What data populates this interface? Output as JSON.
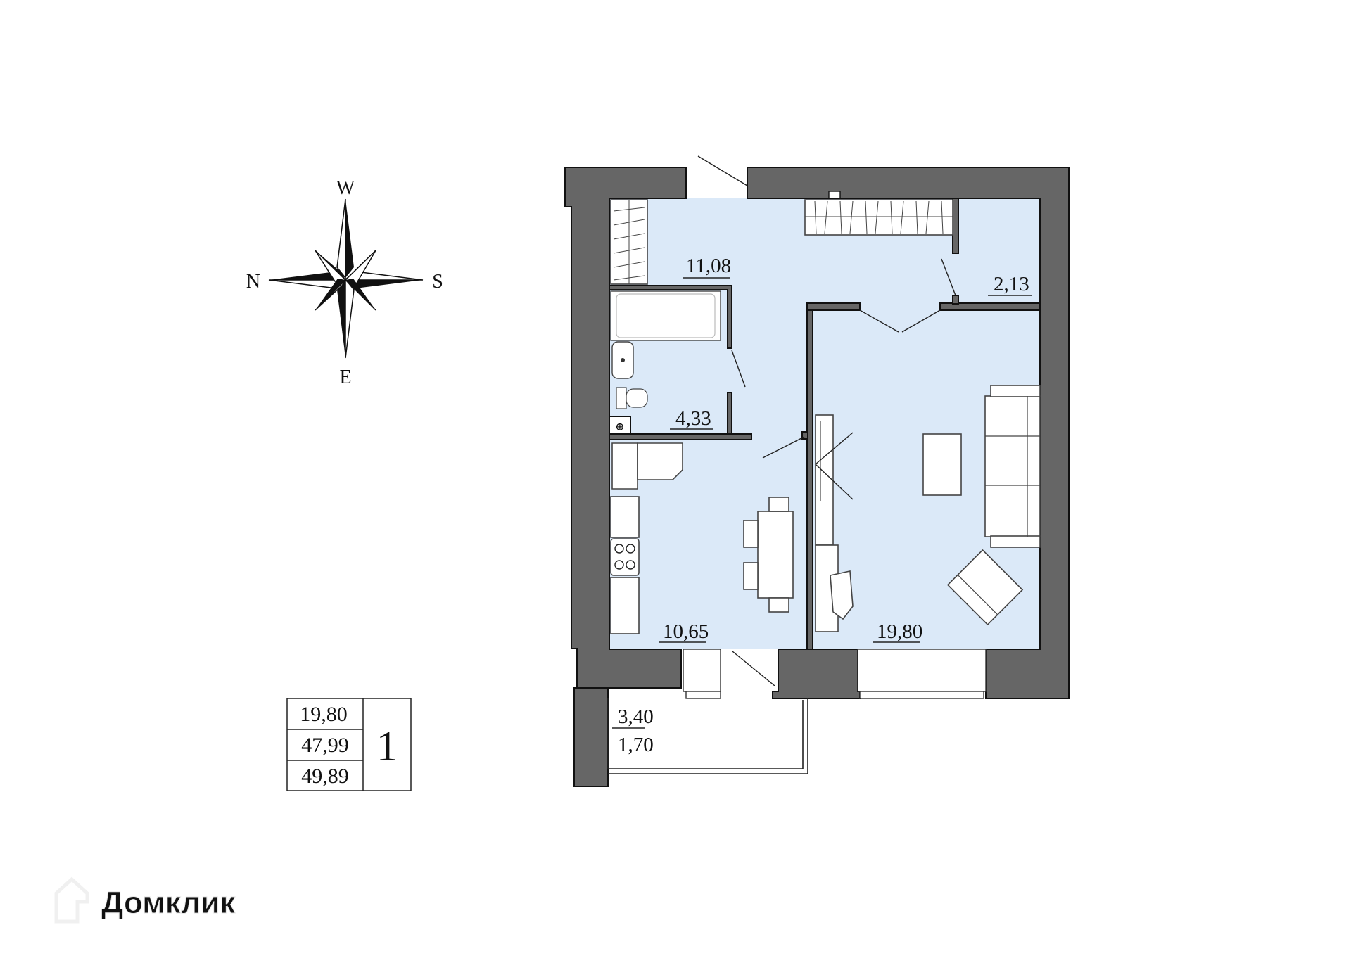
{
  "compass": {
    "north": "N",
    "south": "S",
    "west": "W",
    "east": "E"
  },
  "rooms": {
    "hallway": {
      "area": "11,08"
    },
    "bathroom": {
      "area": "4,33"
    },
    "storage": {
      "area": "2,13"
    },
    "kitchen": {
      "area": "10,65"
    },
    "living_room": {
      "area": "19,80"
    },
    "balcony": {
      "area": "3,40",
      "reduced_area": "1,70"
    }
  },
  "summary_table": {
    "living_area": "19,80",
    "total_area": "47,99",
    "total_with_balcony": "49,89",
    "rooms_count": "1"
  },
  "watermark": {
    "text": "Домклик"
  },
  "colors": {
    "wall": "#666666",
    "floor": "#dbe9f8",
    "outline": "#111111"
  }
}
